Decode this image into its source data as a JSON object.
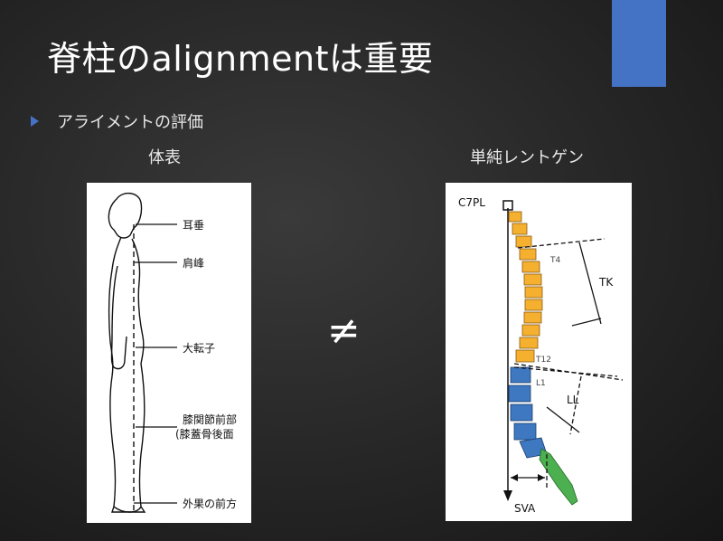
{
  "slide": {
    "title": "脊柱のalignmentは重要",
    "accent_color": "#4472c4",
    "bullet": "アライメントの評価",
    "left_caption": "体表",
    "right_caption": "単純レントゲン",
    "not_equal": "≠"
  },
  "figure_left": {
    "labels": {
      "ear": "耳垂",
      "shoulder": "肩峰",
      "trochanter": "大転子",
      "knee_line1": "膝関節前部",
      "knee_line2": "(膝蓋骨後面",
      "ankle": "外果の前方"
    }
  },
  "figure_right": {
    "labels": {
      "c7pl": "C7PL",
      "t4": "T4",
      "tk": "TK",
      "t12": "T12",
      "l1": "L1",
      "ll": "LL",
      "sva": "SVA"
    },
    "colors": {
      "thoracic": "#f5b030",
      "lumbar": "#3d78c1",
      "sacrum": "#4caf50"
    }
  }
}
